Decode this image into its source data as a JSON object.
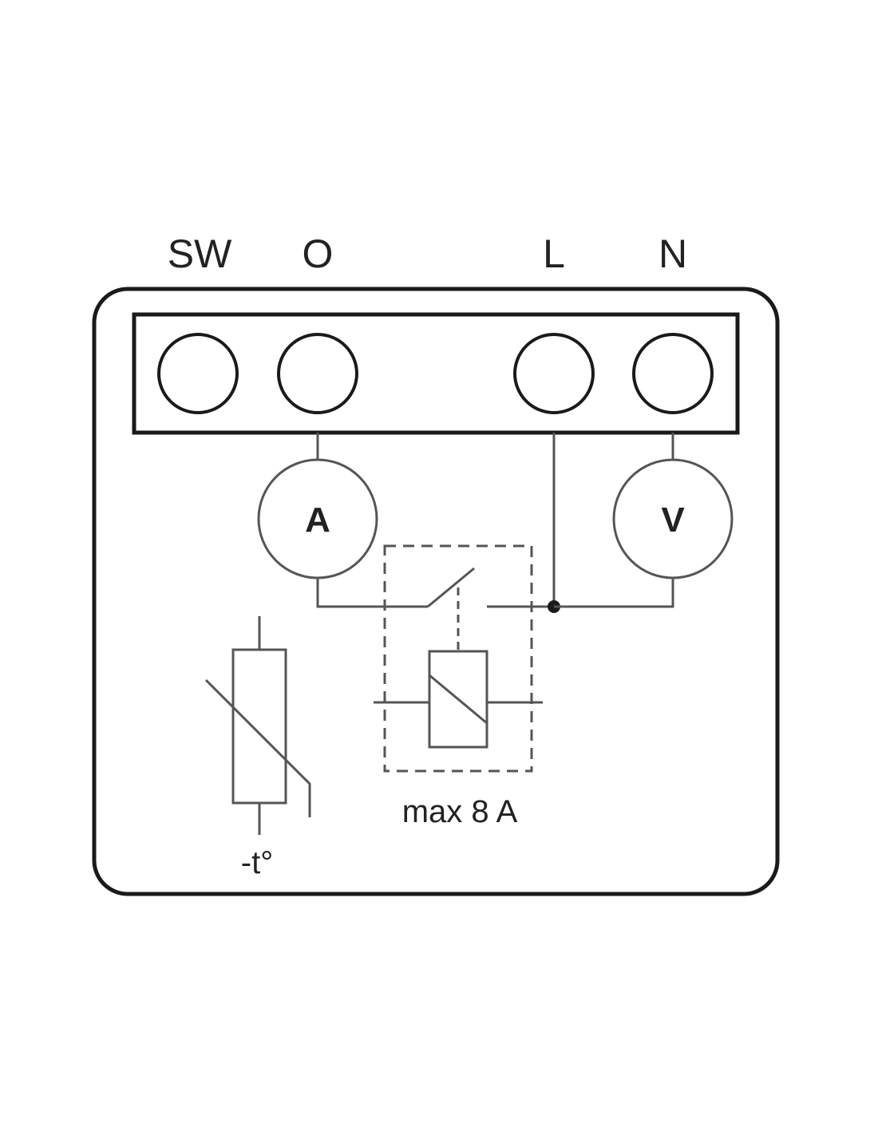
{
  "terminals": [
    {
      "id": "sw",
      "label": "SW"
    },
    {
      "id": "o",
      "label": "O"
    },
    {
      "id": "l",
      "label": "L"
    },
    {
      "id": "n",
      "label": "N"
    }
  ],
  "meters": {
    "ammeter": "A",
    "voltmeter": "V"
  },
  "relay": {
    "rating": "max 8 A"
  },
  "thermistor": {
    "label": "-t°"
  },
  "colors": {
    "frame": "#1a1a1a",
    "wiring": "#555555",
    "background": "#ffffff"
  }
}
